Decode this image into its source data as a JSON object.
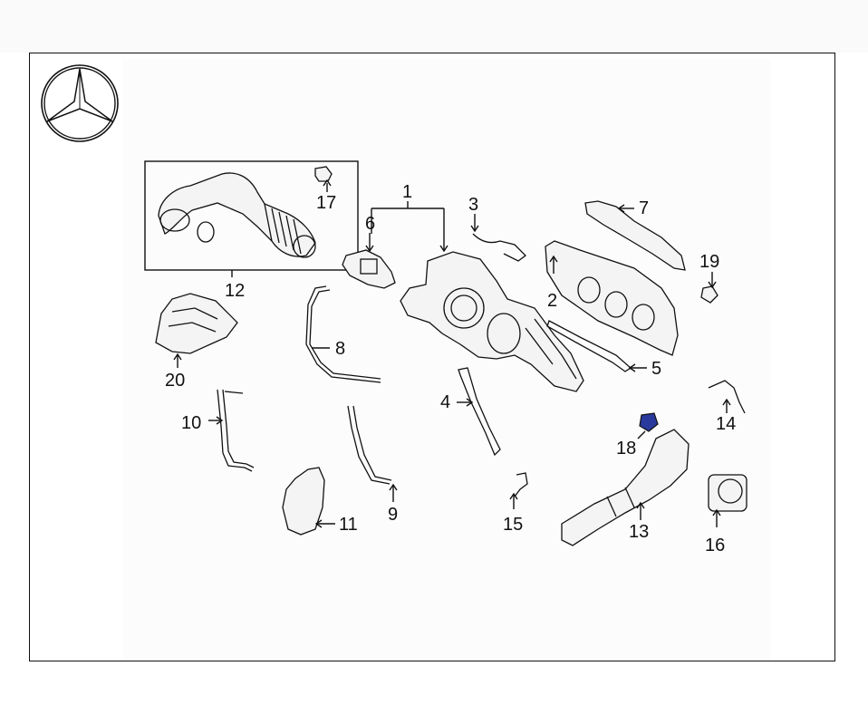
{
  "logo": {
    "icon": "mercedes-star-icon"
  },
  "colors": {
    "highlight": "#2a3a9c",
    "ink": "#111111"
  },
  "callouts": [
    {
      "id": "1",
      "text": "1"
    },
    {
      "id": "2",
      "text": "2"
    },
    {
      "id": "3",
      "text": "3"
    },
    {
      "id": "4",
      "text": "4"
    },
    {
      "id": "5",
      "text": "5"
    },
    {
      "id": "6",
      "text": "6"
    },
    {
      "id": "7",
      "text": "7"
    },
    {
      "id": "8",
      "text": "8"
    },
    {
      "id": "9",
      "text": "9"
    },
    {
      "id": "10",
      "text": "10"
    },
    {
      "id": "11",
      "text": "11"
    },
    {
      "id": "12",
      "text": "12"
    },
    {
      "id": "13",
      "text": "13"
    },
    {
      "id": "14",
      "text": "14"
    },
    {
      "id": "15",
      "text": "15"
    },
    {
      "id": "16",
      "text": "16"
    },
    {
      "id": "17",
      "text": "17"
    },
    {
      "id": "18",
      "text": "18",
      "highlighted": true
    },
    {
      "id": "19",
      "text": "19"
    },
    {
      "id": "20",
      "text": "20"
    }
  ]
}
